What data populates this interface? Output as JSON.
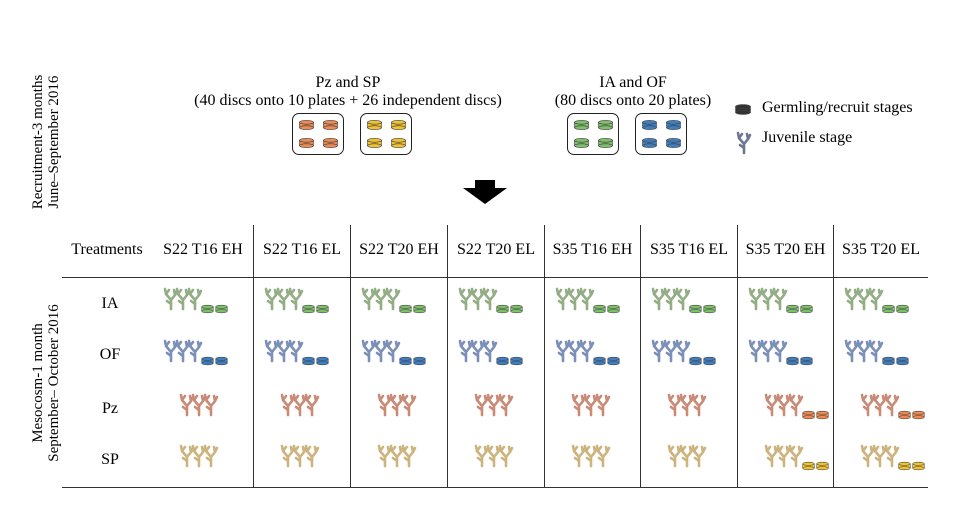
{
  "side_labels": {
    "recruitment": [
      "Recruitment-3 months",
      "June–September 2016"
    ],
    "mesocosm": [
      "Mesocosm-1 month",
      "September– October 2016"
    ]
  },
  "groups": [
    {
      "title": "Pz and SP",
      "subtitle": "(40 discs onto 10 plates + 26 independent discs)"
    },
    {
      "title": "IA and OF",
      "subtitle": "(80 discs onto 20 plates)"
    }
  ],
  "legend": {
    "germling": "Germling/recruit stages",
    "juvenile": "Juvenile stage"
  },
  "table": {
    "corner": "Treatments",
    "columns": [
      "S22 T16 EH",
      "S22 T16 EL",
      "S22 T20 EH",
      "S22 T20 EL",
      "S35 T16 EH",
      "S35 T16 EL",
      "S35 T20 EH",
      "S35 T20 EL"
    ],
    "rows": [
      "IA",
      "OF",
      "Pz",
      "SP"
    ]
  },
  "colors": {
    "IA_disc": "#7fc06a",
    "OF_disc": "#3e7fc4",
    "Pz_disc": "#ee8a52",
    "SP_disc": "#f2c32e",
    "IA_alga": "#93ad85",
    "OF_alga": "#7b8fb8",
    "Pz_alga": "#c98a76",
    "SP_alga": "#cdb47e",
    "legend_alga": "#6b7890",
    "legend_disc": "#333333"
  }
}
